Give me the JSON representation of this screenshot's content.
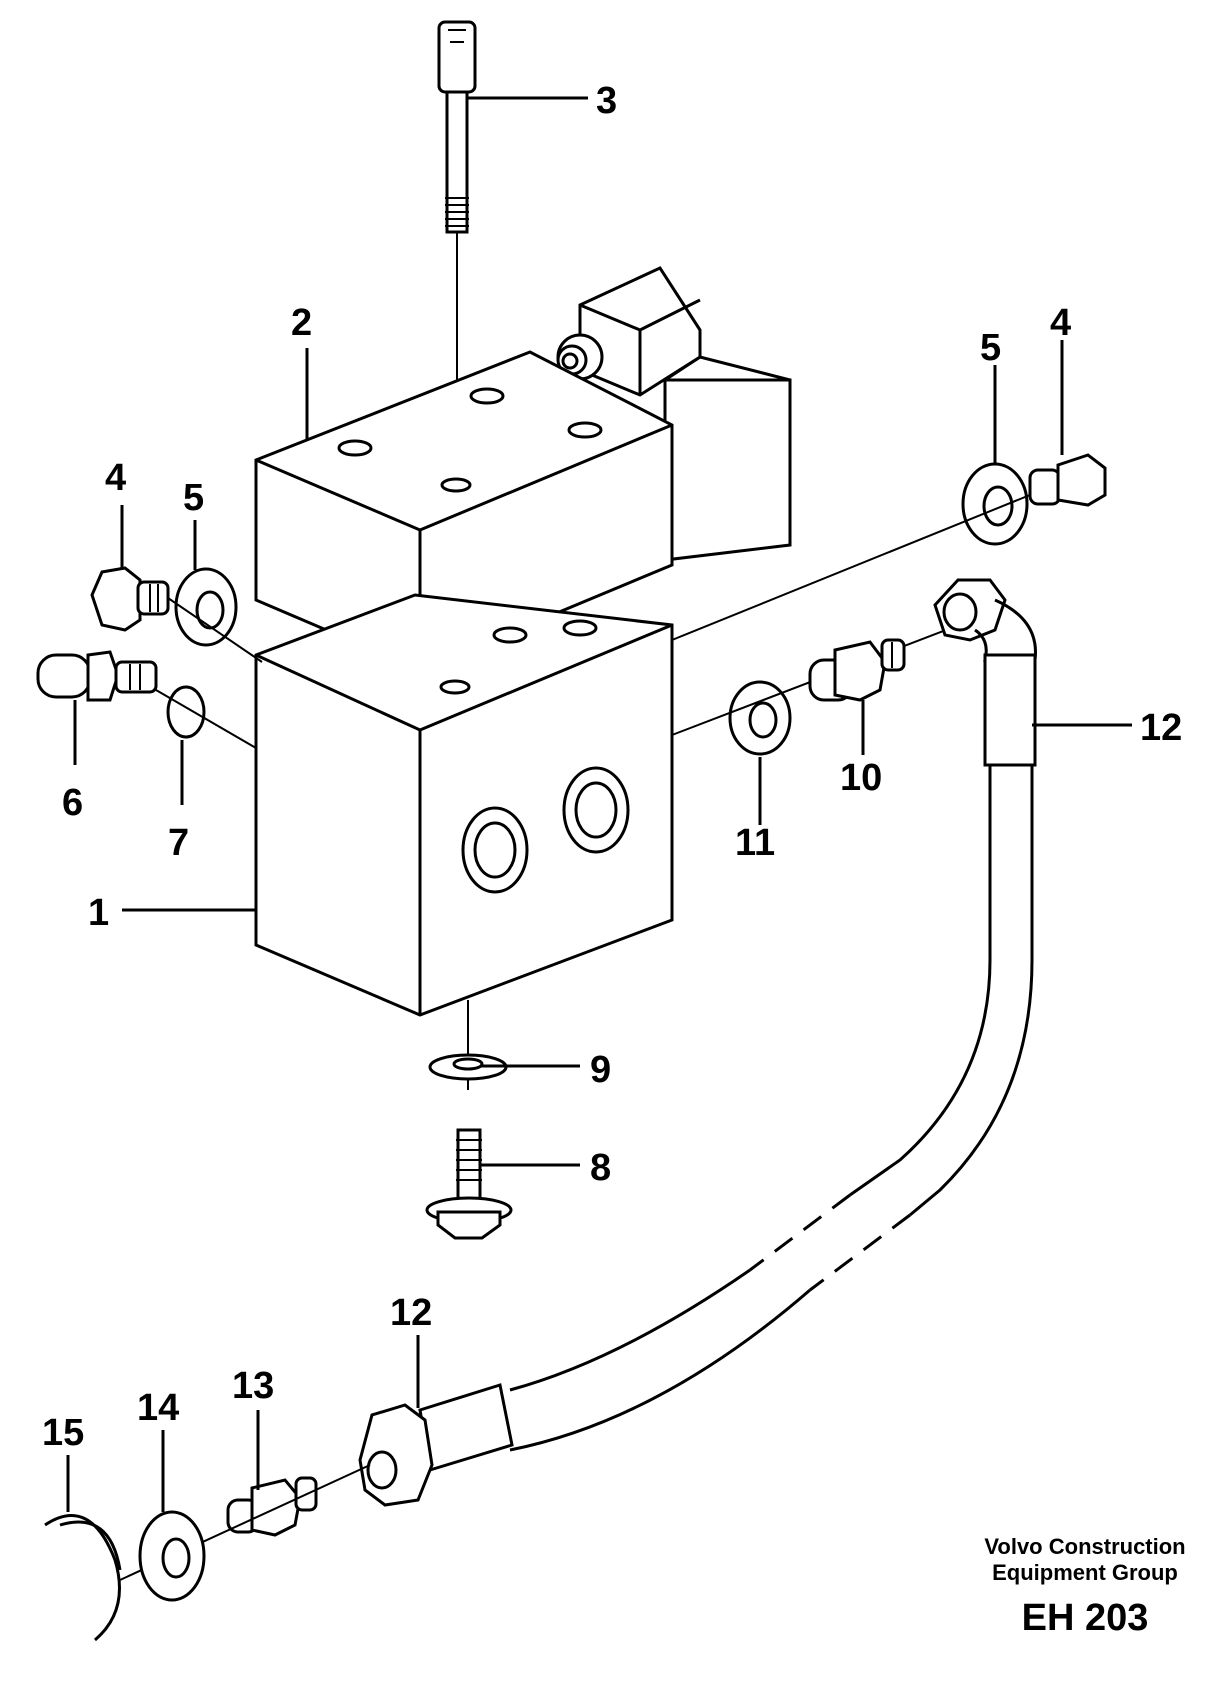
{
  "callouts": {
    "c1": "1",
    "c2": "2",
    "c3": "3",
    "c4a": "4",
    "c4b": "4",
    "c5a": "5",
    "c5b": "5",
    "c6": "6",
    "c7": "7",
    "c8": "8",
    "c9": "9",
    "c10": "10",
    "c11": "11",
    "c12a": "12",
    "c12b": "12",
    "c13": "13",
    "c14": "14",
    "c15": "15"
  },
  "footer": {
    "company_line1": "Volvo Construction",
    "company_line2": "Equipment Group",
    "drawing_code": "EH 203"
  }
}
